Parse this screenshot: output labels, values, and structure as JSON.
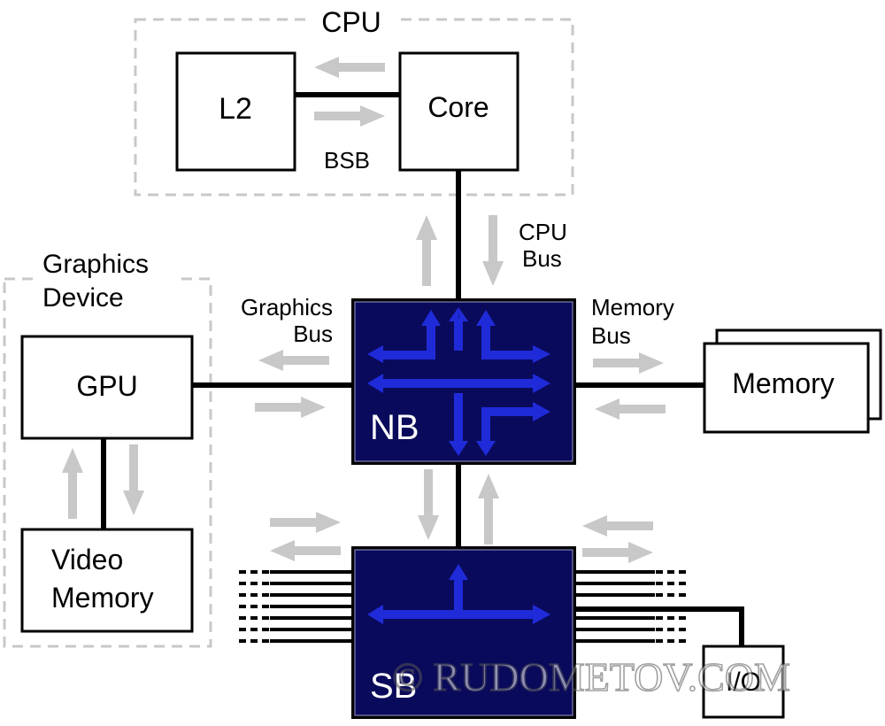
{
  "groups": {
    "cpu": "CPU",
    "graphics_line1": "Graphics",
    "graphics_line2": "Device"
  },
  "blocks": {
    "l2": "L2",
    "core": "Core",
    "gpu": "GPU",
    "video_memory_line1": "Video",
    "video_memory_line2": "Memory",
    "memory": "Memory",
    "nb": "NB",
    "sb": "SB",
    "io": "I/O"
  },
  "buses": {
    "bsb": "BSB",
    "cpu_bus_line1": "CPU",
    "cpu_bus_line2": "Bus",
    "graphics_bus_line1": "Graphics",
    "graphics_bus_line2": "Bus",
    "memory_bus_line1": "Memory",
    "memory_bus_line2": "Bus"
  },
  "watermark": "© RUDOMETOV.COM",
  "colors": {
    "chip_fill": "#0a0a5c",
    "chip_arrow": "#1f2bd9",
    "flow_arrow": "#c8c8c8",
    "group_border": "#c8c8c8"
  }
}
